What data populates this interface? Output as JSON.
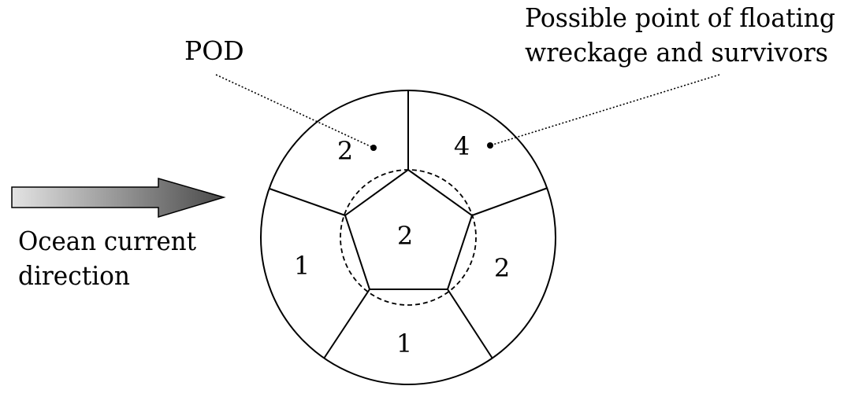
{
  "labels": {
    "pod": "POD",
    "possible_line1": "Possible point of floating",
    "possible_line2": "wreckage and survivors",
    "current_line1": "Ocean current",
    "current_line2": "direction"
  },
  "sectors": {
    "top_left": "2",
    "top_right": "4",
    "left": "1",
    "right": "2",
    "bottom": "1",
    "center": "2"
  },
  "colors": {
    "line": "#000000",
    "arrow_start": "#e3e3e3",
    "arrow_end": "#4a4a4a"
  }
}
